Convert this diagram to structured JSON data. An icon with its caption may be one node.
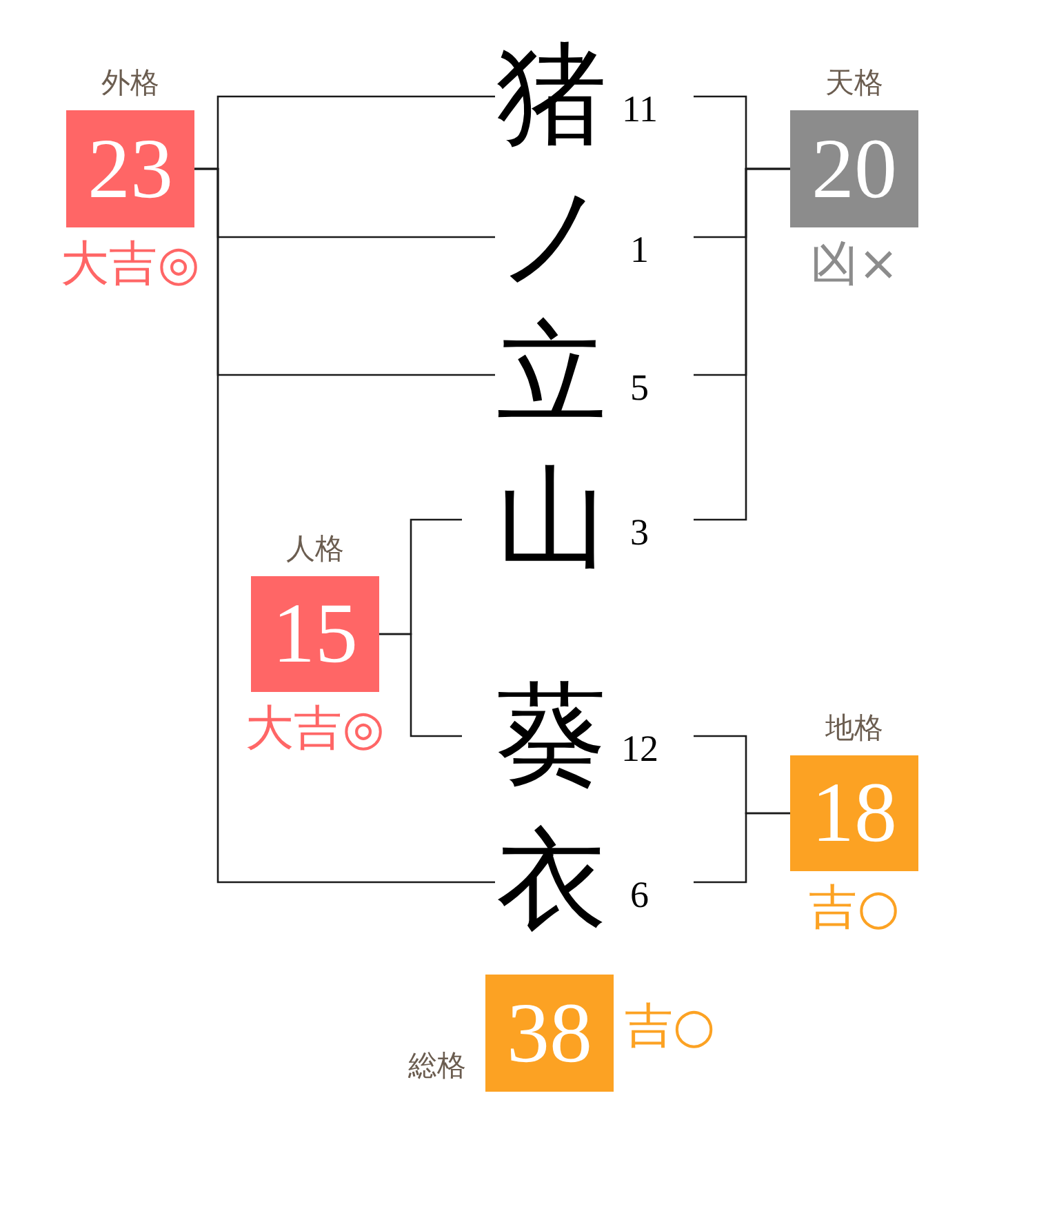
{
  "diagram": {
    "nodes": [
      {
        "text": [
          "外格",
          "23",
          "大吉◎"
        ]
      },
      {
        "text": [
          "猪"
        ],
        "beside": [
          "11"
        ]
      },
      {
        "text": [
          "天格",
          "20",
          "凶×"
        ]
      },
      {
        "text": [
          "ノ"
        ],
        "beside": [
          "1"
        ]
      },
      {
        "text": [
          "立"
        ],
        "beside": [
          "5"
        ]
      },
      {
        "text": [
          "山"
        ],
        "beside": [
          "3"
        ]
      },
      {
        "text": [
          "人格",
          "15",
          "大吉◎"
        ]
      },
      {
        "text": [
          "葵"
        ],
        "beside": [
          "12"
        ]
      },
      {
        "text": [
          "地格",
          "18",
          "吉○"
        ]
      },
      {
        "text": [
          "衣"
        ],
        "beside": [
          "6"
        ]
      },
      {
        "text": [
          "総格",
          "38",
          "吉○"
        ]
      }
    ],
    "edges": [
      {
        "from": 0,
        "to": 1,
        "arrow": "none"
      },
      {
        "from": 0,
        "to": 3,
        "arrow": "none"
      },
      {
        "from": 0,
        "to": 4,
        "arrow": "none"
      },
      {
        "from": 0,
        "to": 9,
        "arrow": "none"
      },
      {
        "from": 2,
        "to": 1,
        "arrow": "none"
      },
      {
        "from": 2,
        "to": 3,
        "arrow": "none"
      },
      {
        "from": 2,
        "to": 4,
        "arrow": "none"
      },
      {
        "from": 2,
        "to": 5,
        "arrow": "none"
      },
      {
        "from": 6,
        "to": 5,
        "arrow": "none"
      },
      {
        "from": 6,
        "to": 7,
        "arrow": "none"
      },
      {
        "from": 8,
        "to": 7,
        "arrow": "none"
      },
      {
        "from": 8,
        "to": 9,
        "arrow": "none"
      }
    ]
  }
}
